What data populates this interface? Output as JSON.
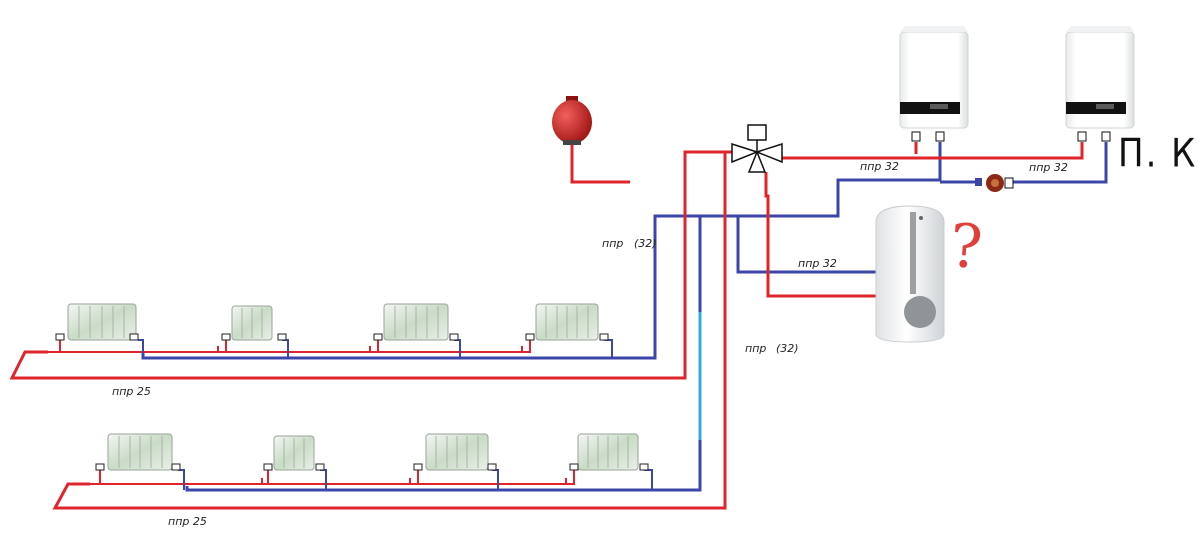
{
  "labels": {
    "top_boiler_pipe": "ппр 32",
    "second_boiler_pipe": "ппр 32",
    "riser_left": "ппр",
    "riser_left_size": "(32)",
    "tank_pipe": "ппр 32",
    "riser_right": "ппр",
    "riser_right_size": "(32)",
    "floor1_pipe": "ппр 25",
    "floor2_pipe": "ппр 25"
  },
  "annotations": {
    "handwritten_note": "П. К",
    "question_mark": "?"
  },
  "colors": {
    "supply": "#e0242c",
    "return": "#3c46a8",
    "riser_light": "#38a8d8",
    "tank_red": "#c81e1e",
    "boiler_display": "#111111"
  },
  "components": {
    "boilers": [
      "boiler-1",
      "boiler-2"
    ],
    "expansion_tank": "expansion-vessel",
    "three_way_valve": "mixing-valve",
    "pump": "circulation-pump",
    "water_heater": "indirect-water-heater",
    "radiators_floor1": 4,
    "radiators_floor2": 4
  }
}
